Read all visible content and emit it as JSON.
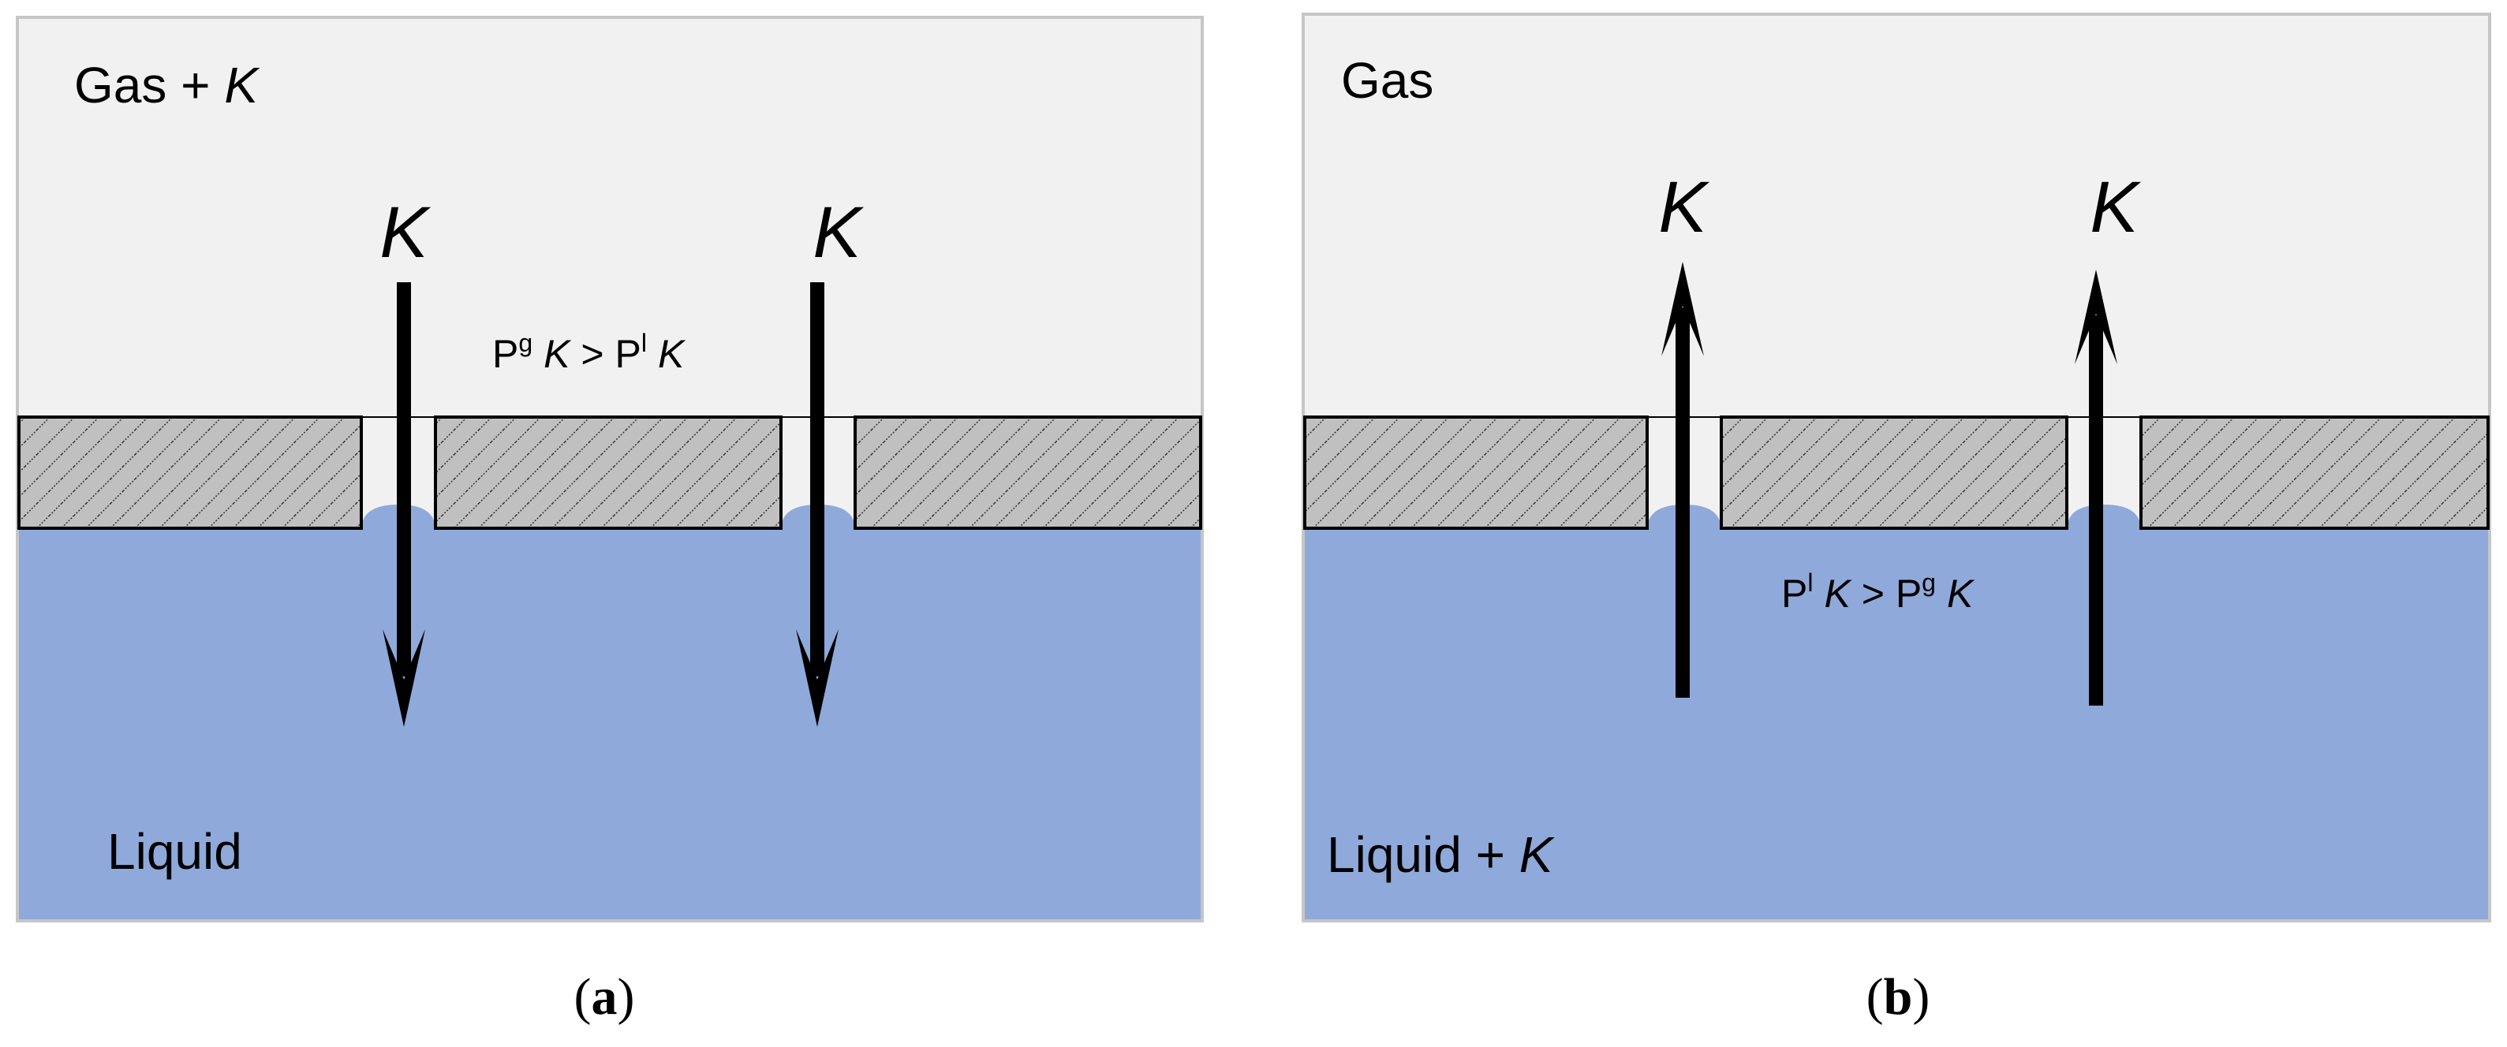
{
  "colors": {
    "gas": "#f1f1f1",
    "liquid": "#8fa9da",
    "membrane": "#c0c0c0",
    "hatch": "#333333",
    "outline": "#000000",
    "frame": "#c6c6c6",
    "arrow": "#000000"
  },
  "panels": [
    {
      "id": "a",
      "top_label": {
        "prefix": "Gas + ",
        "k": "K"
      },
      "bottom_label": {
        "prefix": "Liquid",
        "k": ""
      },
      "arrow_label": "K",
      "arrow_direction": "down",
      "condition": {
        "p1": "P",
        "sup1": "g",
        "k1": "K",
        "op": " > ",
        "p2": "P",
        "sup2": "l",
        "k2": "K"
      },
      "caption": {
        "open": "(",
        "letter": "a",
        "close": ")"
      }
    },
    {
      "id": "b",
      "top_label": {
        "prefix": "Gas",
        "k": ""
      },
      "bottom_label": {
        "prefix": "Liquid + ",
        "k": "K"
      },
      "arrow_label": "K",
      "arrow_direction": "up",
      "condition": {
        "p1": "P",
        "sup1": "l",
        "k1": "K",
        "op": " > ",
        "p2": "P",
        "sup2": "g",
        "k2": "K"
      },
      "caption": {
        "open": "(",
        "letter": "b",
        "close": ")"
      }
    }
  ]
}
